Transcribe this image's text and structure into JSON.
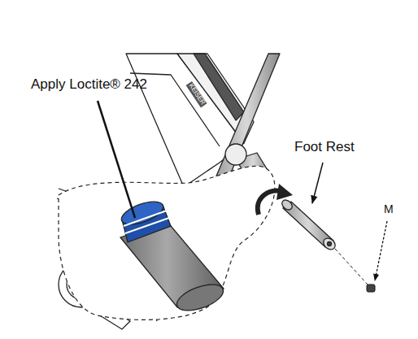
{
  "diagram": {
    "labels": [
      "Apply Loctite® 242",
      "Foot Rest",
      "M",
      "KEISER"
    ]
  }
}
